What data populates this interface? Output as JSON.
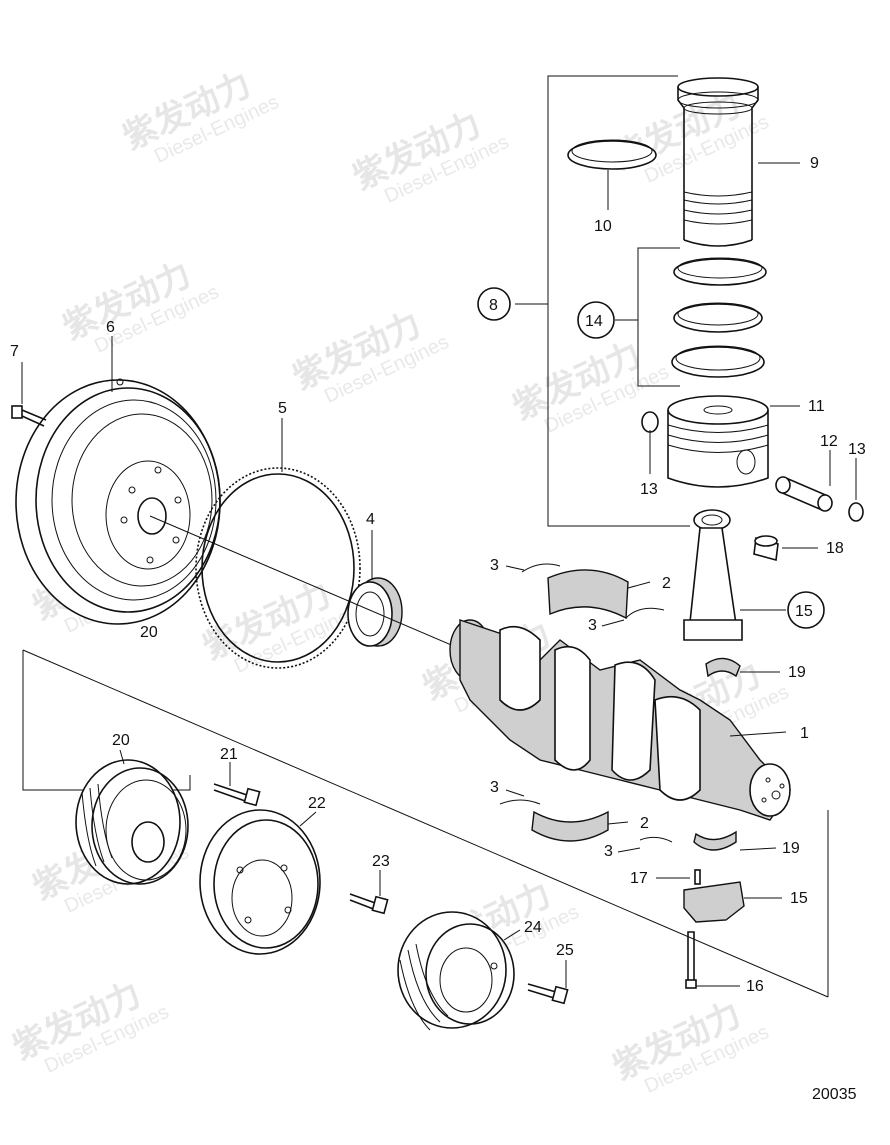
{
  "diagram": {
    "drawing_number": "20035",
    "watermark": {
      "cn": "紫发动力",
      "en": "Diesel-Engines"
    },
    "callouts": [
      "1",
      "2",
      "3",
      "4",
      "5",
      "6",
      "7",
      "8",
      "9",
      "10",
      "11",
      "12",
      "13",
      "14",
      "15",
      "16",
      "17",
      "18",
      "19",
      "20",
      "21",
      "22",
      "23",
      "24",
      "25"
    ],
    "circled_callouts": [
      "8",
      "14",
      "15"
    ]
  }
}
